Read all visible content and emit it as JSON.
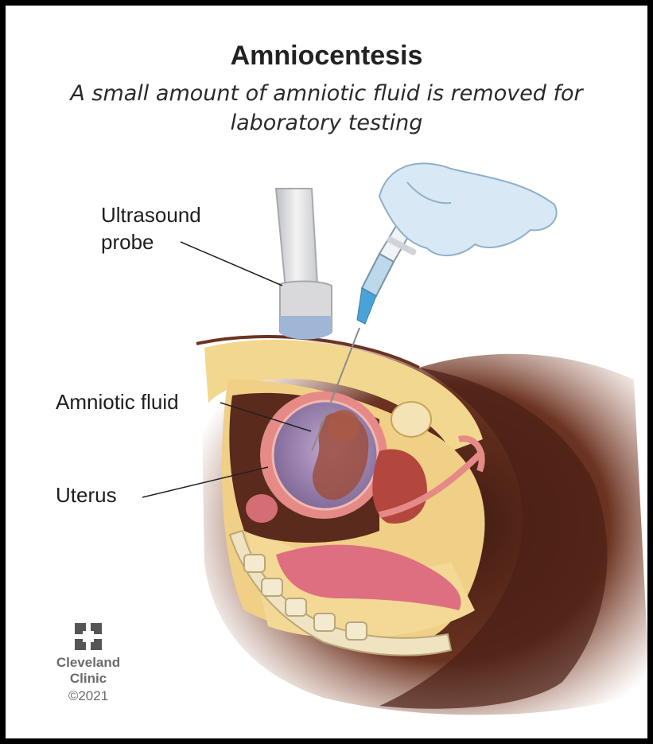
{
  "title": "Amniocentesis",
  "subtitle": "A small amount of amniotic fluid is removed for laboratory testing",
  "labels": {
    "probe": "Ultrasound probe",
    "fluid": "Amniotic fluid",
    "uterus": "Uterus"
  },
  "credit": {
    "brand_line1": "Cleveland",
    "brand_line2": "Clinic",
    "year": "©2021"
  },
  "colors": {
    "skin_dark": "#5a2a1c",
    "tissue_yellow": "#f2d78e",
    "uterus_pink": "#e58a86",
    "fluid_purple": "#a88bb8",
    "glove_blue": "#c9dff0",
    "probe_grey": "#d9d9db"
  }
}
